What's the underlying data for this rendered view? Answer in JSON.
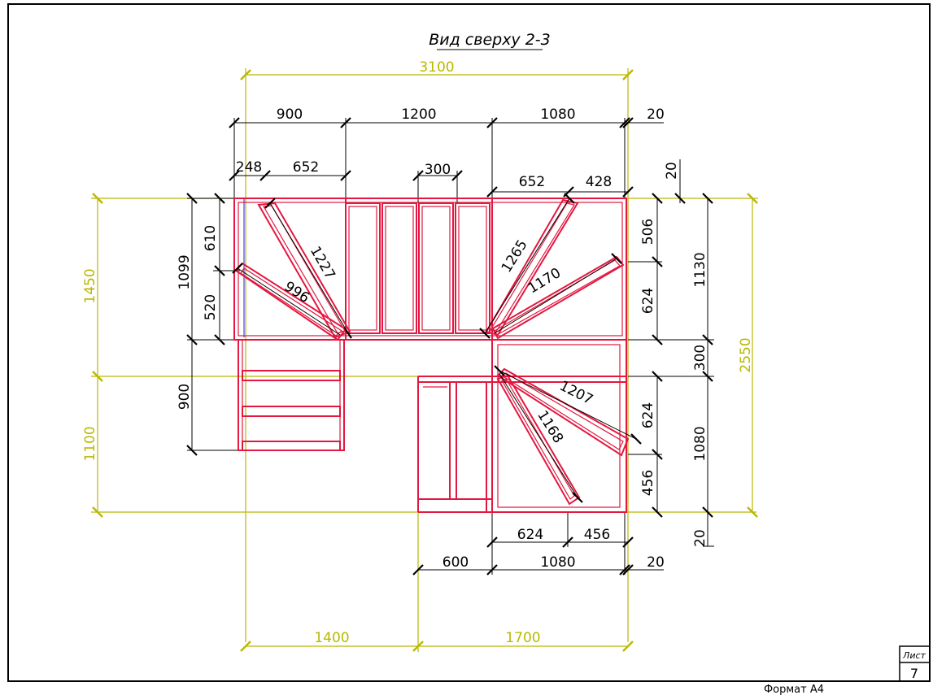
{
  "title": "Вид сверху 2-3",
  "stamp": {
    "sheet_label": "Лист",
    "sheet_number": "7",
    "format": "Формат А4"
  },
  "dims_top": {
    "overall": "3100",
    "d900": "900",
    "d1200": "1200",
    "d1080": "1080",
    "d20": "20",
    "d248": "248",
    "d652a": "652",
    "d300": "300",
    "d652b": "652",
    "d428": "428",
    "d20b": "20"
  },
  "dims_left": {
    "d1450": "1450",
    "d1100": "1100",
    "d1099": "1099",
    "d610": "610",
    "d520": "520",
    "d900": "900"
  },
  "dims_right": {
    "d506": "506",
    "d624a": "624",
    "d1130": "1130",
    "d300": "300",
    "d2550": "2550",
    "d624b": "624",
    "d1080": "1080",
    "d456": "456",
    "d20": "20"
  },
  "dims_bottom": {
    "d624": "624",
    "d456": "456",
    "d600": "600",
    "d1080": "1080",
    "d20": "20",
    "d1400": "1400",
    "d1700": "1700"
  },
  "diagonals": {
    "d1227": "1227",
    "d996": "996",
    "d1265": "1265",
    "d1170": "1170",
    "d1207": "1207",
    "d1168": "1168"
  }
}
